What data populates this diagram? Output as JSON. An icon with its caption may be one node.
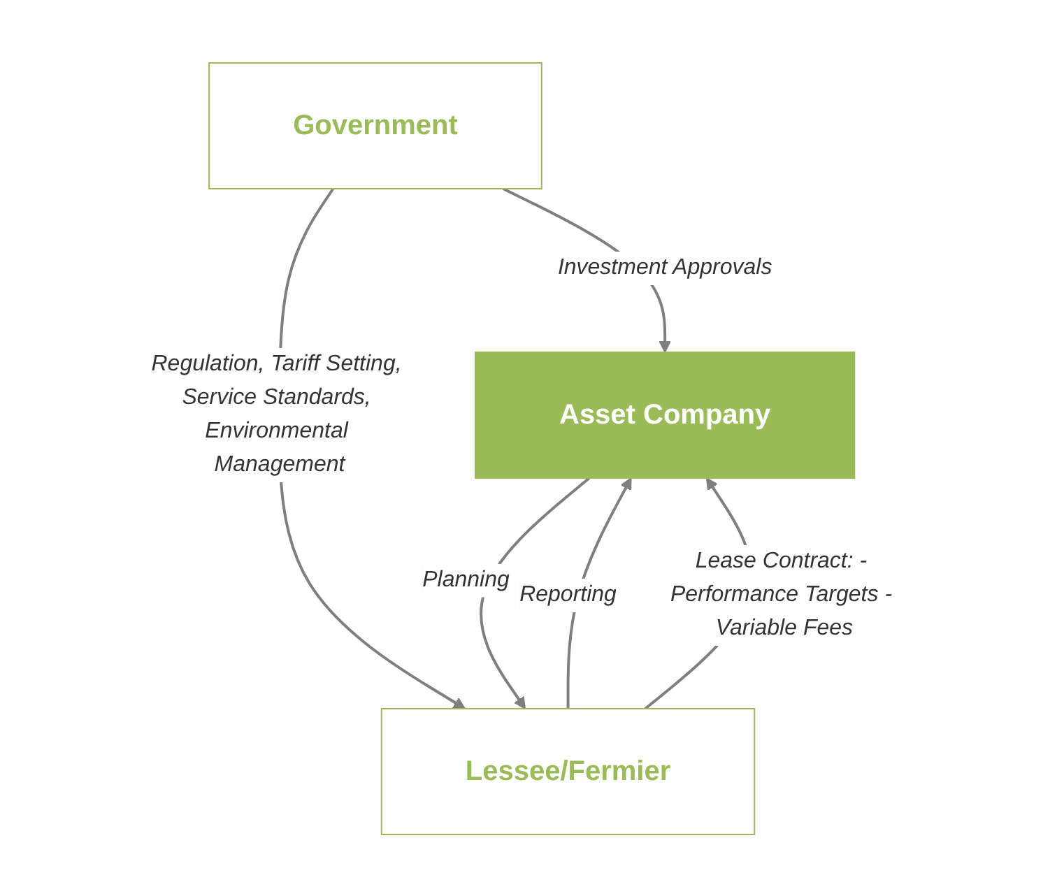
{
  "diagram": {
    "nodes": [
      {
        "text": [
          "Government"
        ]
      },
      {
        "text": [
          "Asset Company"
        ]
      },
      {
        "text": [
          "Lessee/Fermier"
        ]
      }
    ],
    "edges": [
      {
        "from": 0,
        "to": 1,
        "arrow": "to",
        "label": "Investment Approvals"
      },
      {
        "from": 0,
        "to": 2,
        "arrow": "to",
        "label": "Regulation, Tariff Setting, Service Standards, Environmental Management"
      },
      {
        "from": 2,
        "to": 1,
        "arrow": "to",
        "label": "Reporting"
      },
      {
        "from": 1,
        "to": 2,
        "arrow": "to",
        "label": "Planning"
      },
      {
        "from": 2,
        "to": 1,
        "arrow": "to",
        "label": "Lease Contract: - Performance Targets - Variable Fees"
      }
    ]
  }
}
